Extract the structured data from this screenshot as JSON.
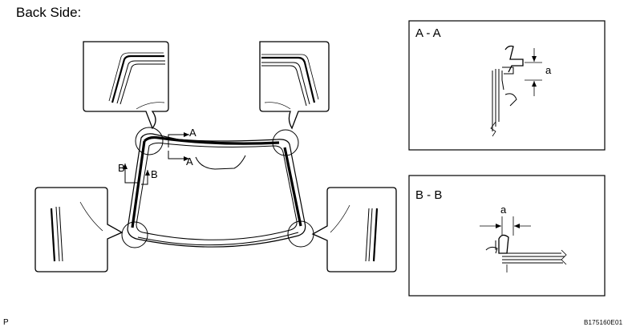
{
  "header": {
    "title": "Back Side:"
  },
  "labels": {
    "section_a_marker": "A",
    "section_b_marker": "B",
    "dimension": "a"
  },
  "panels": {
    "section_a_title": "A - A",
    "section_b_title": "B - B"
  },
  "footer": {
    "page_code": "P",
    "figure_id": "B175160E01"
  }
}
